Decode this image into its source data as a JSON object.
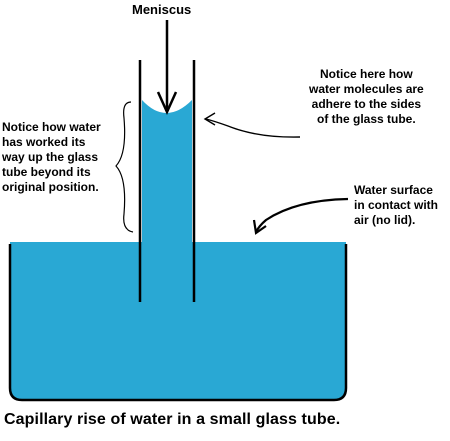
{
  "labels": {
    "meniscus": "Meniscus",
    "adhere_note": [
      "Notice here how",
      "water molecules are",
      "adhere to the sides",
      "of the glass tube."
    ],
    "climb_note": [
      "Notice how water",
      "has worked its",
      "way up the glass",
      "tube beyond its",
      "original position."
    ],
    "surface_note": [
      "Water surface",
      "in contact with",
      "air (no lid)."
    ]
  },
  "caption": "Capillary rise of water in a small glass tube.",
  "colors": {
    "water": "#29a8d4",
    "outline": "#000000",
    "background": "#ffffff"
  }
}
